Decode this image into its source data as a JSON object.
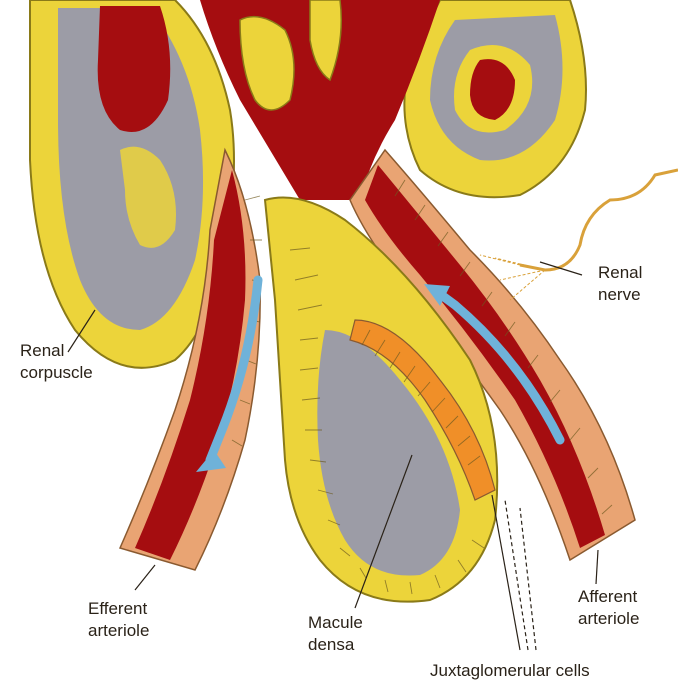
{
  "labels": {
    "renal_corpuscle": [
      "Renal",
      "corpuscle"
    ],
    "renal_nerve": [
      "Renal",
      "nerve"
    ],
    "efferent_arteriole": [
      "Efferent",
      "arteriole"
    ],
    "macula_densa": [
      "Macule",
      "densa"
    ],
    "afferent_arteriole": [
      "Afferent",
      "arteriole"
    ],
    "juxtaglomerular_cells": "Juxtaglomerular cells"
  },
  "colors": {
    "blood": "#a50d10",
    "capsule": "#ecd43a",
    "space": "#9c9ca6",
    "vessel_wall": "#e9a473",
    "macula_densa": "#f08f28",
    "nerve": "#d9a13a",
    "flow_arrow": "#6fb2d9"
  }
}
